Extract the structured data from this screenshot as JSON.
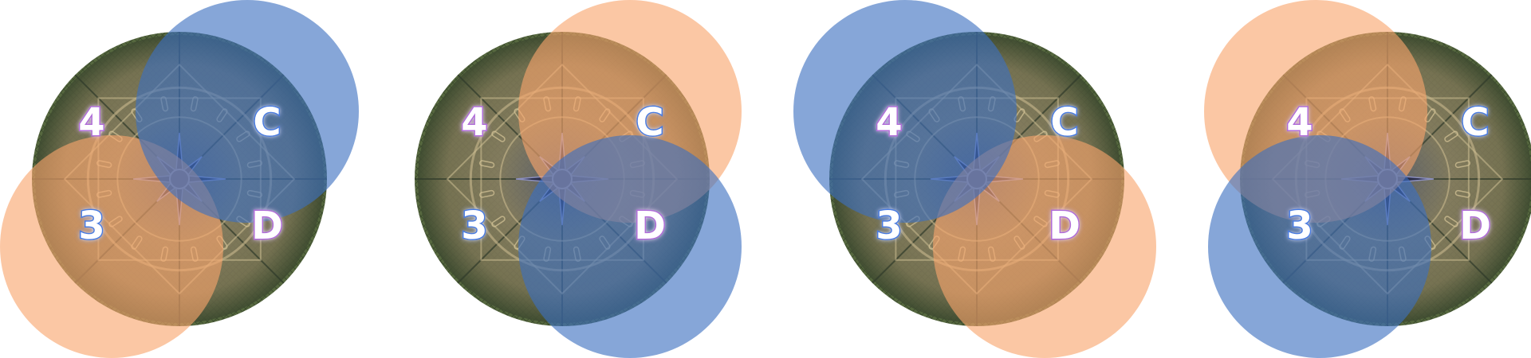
{
  "colors": {
    "background": "#ffffff",
    "orange_aoe": "#f9a46c",
    "blue_aoe": "#3b6fc0",
    "arena_outer": "#4a5d3a",
    "arena_stone": "#8f8468",
    "arena_inner": "#6a6a78",
    "arena_line": "#2f3a2a",
    "label_fill": "#ffffff",
    "label_glow_purple": "#b06cd8",
    "label_glow_blue": "#4a7be0"
  },
  "labels": {
    "top_left": "4",
    "top_right": "C",
    "bottom_left": "3",
    "bottom_right": "D"
  },
  "panels": [
    {
      "id": "panel-1",
      "orange_aoe": "bottom-left",
      "blue_aoe": "top-right"
    },
    {
      "id": "panel-2",
      "orange_aoe": "top-right",
      "blue_aoe": "bottom-right"
    },
    {
      "id": "panel-3",
      "orange_aoe": "bottom-right",
      "blue_aoe": "top-left"
    },
    {
      "id": "panel-4",
      "orange_aoe": "top-left",
      "blue_aoe": "bottom-left"
    }
  ]
}
